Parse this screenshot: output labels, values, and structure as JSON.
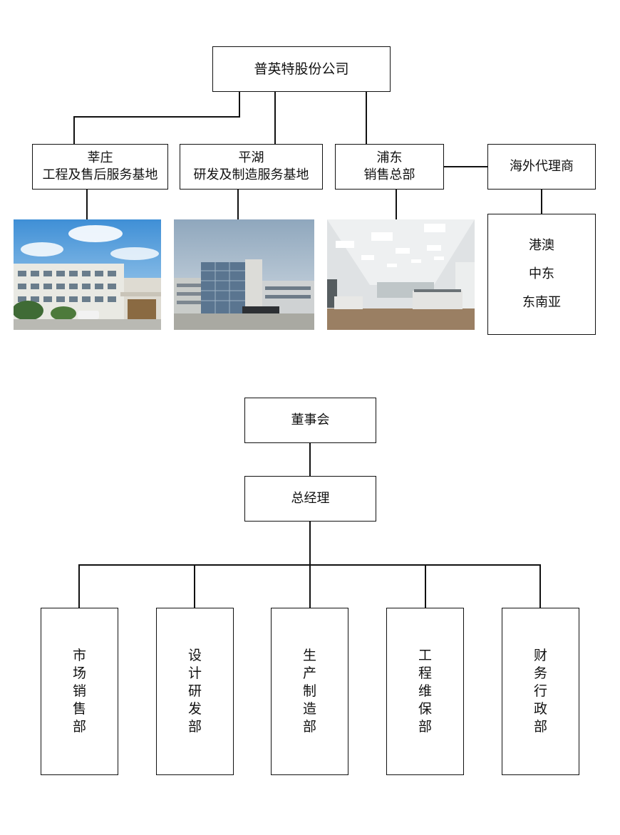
{
  "top_chart": {
    "root": "普英特股份公司",
    "branches": [
      {
        "id": "xinzhuang",
        "line1": "莘庄",
        "line2": "工程及售后服务基地"
      },
      {
        "id": "pinghu",
        "line1": "平湖",
        "line2": "研发及制造服务基地"
      },
      {
        "id": "pudong",
        "line1": "浦东",
        "line2": "销售总部"
      }
    ],
    "overseas": {
      "title": "海外代理商",
      "regions": [
        "港澳",
        "中东",
        "东南亚"
      ]
    }
  },
  "bottom_chart": {
    "board": "董事会",
    "gm": "总经理",
    "departments": [
      {
        "id": "marketing",
        "chars": [
          "市",
          "场",
          "销",
          "售",
          "部"
        ]
      },
      {
        "id": "rnd",
        "chars": [
          "设",
          "计",
          "研",
          "发",
          "部"
        ]
      },
      {
        "id": "production",
        "chars": [
          "生",
          "产",
          "制",
          "造",
          "部"
        ]
      },
      {
        "id": "engineering",
        "chars": [
          "工",
          "程",
          "维",
          "保",
          "部"
        ]
      },
      {
        "id": "finance",
        "chars": [
          "财",
          "务",
          "行",
          "政",
          "部"
        ]
      }
    ]
  },
  "colors": {
    "line": "#111111",
    "sky": "#6fb0e0",
    "building": "#e8e8e2",
    "glass": "#5a7590",
    "floor": "#9a7f63"
  }
}
